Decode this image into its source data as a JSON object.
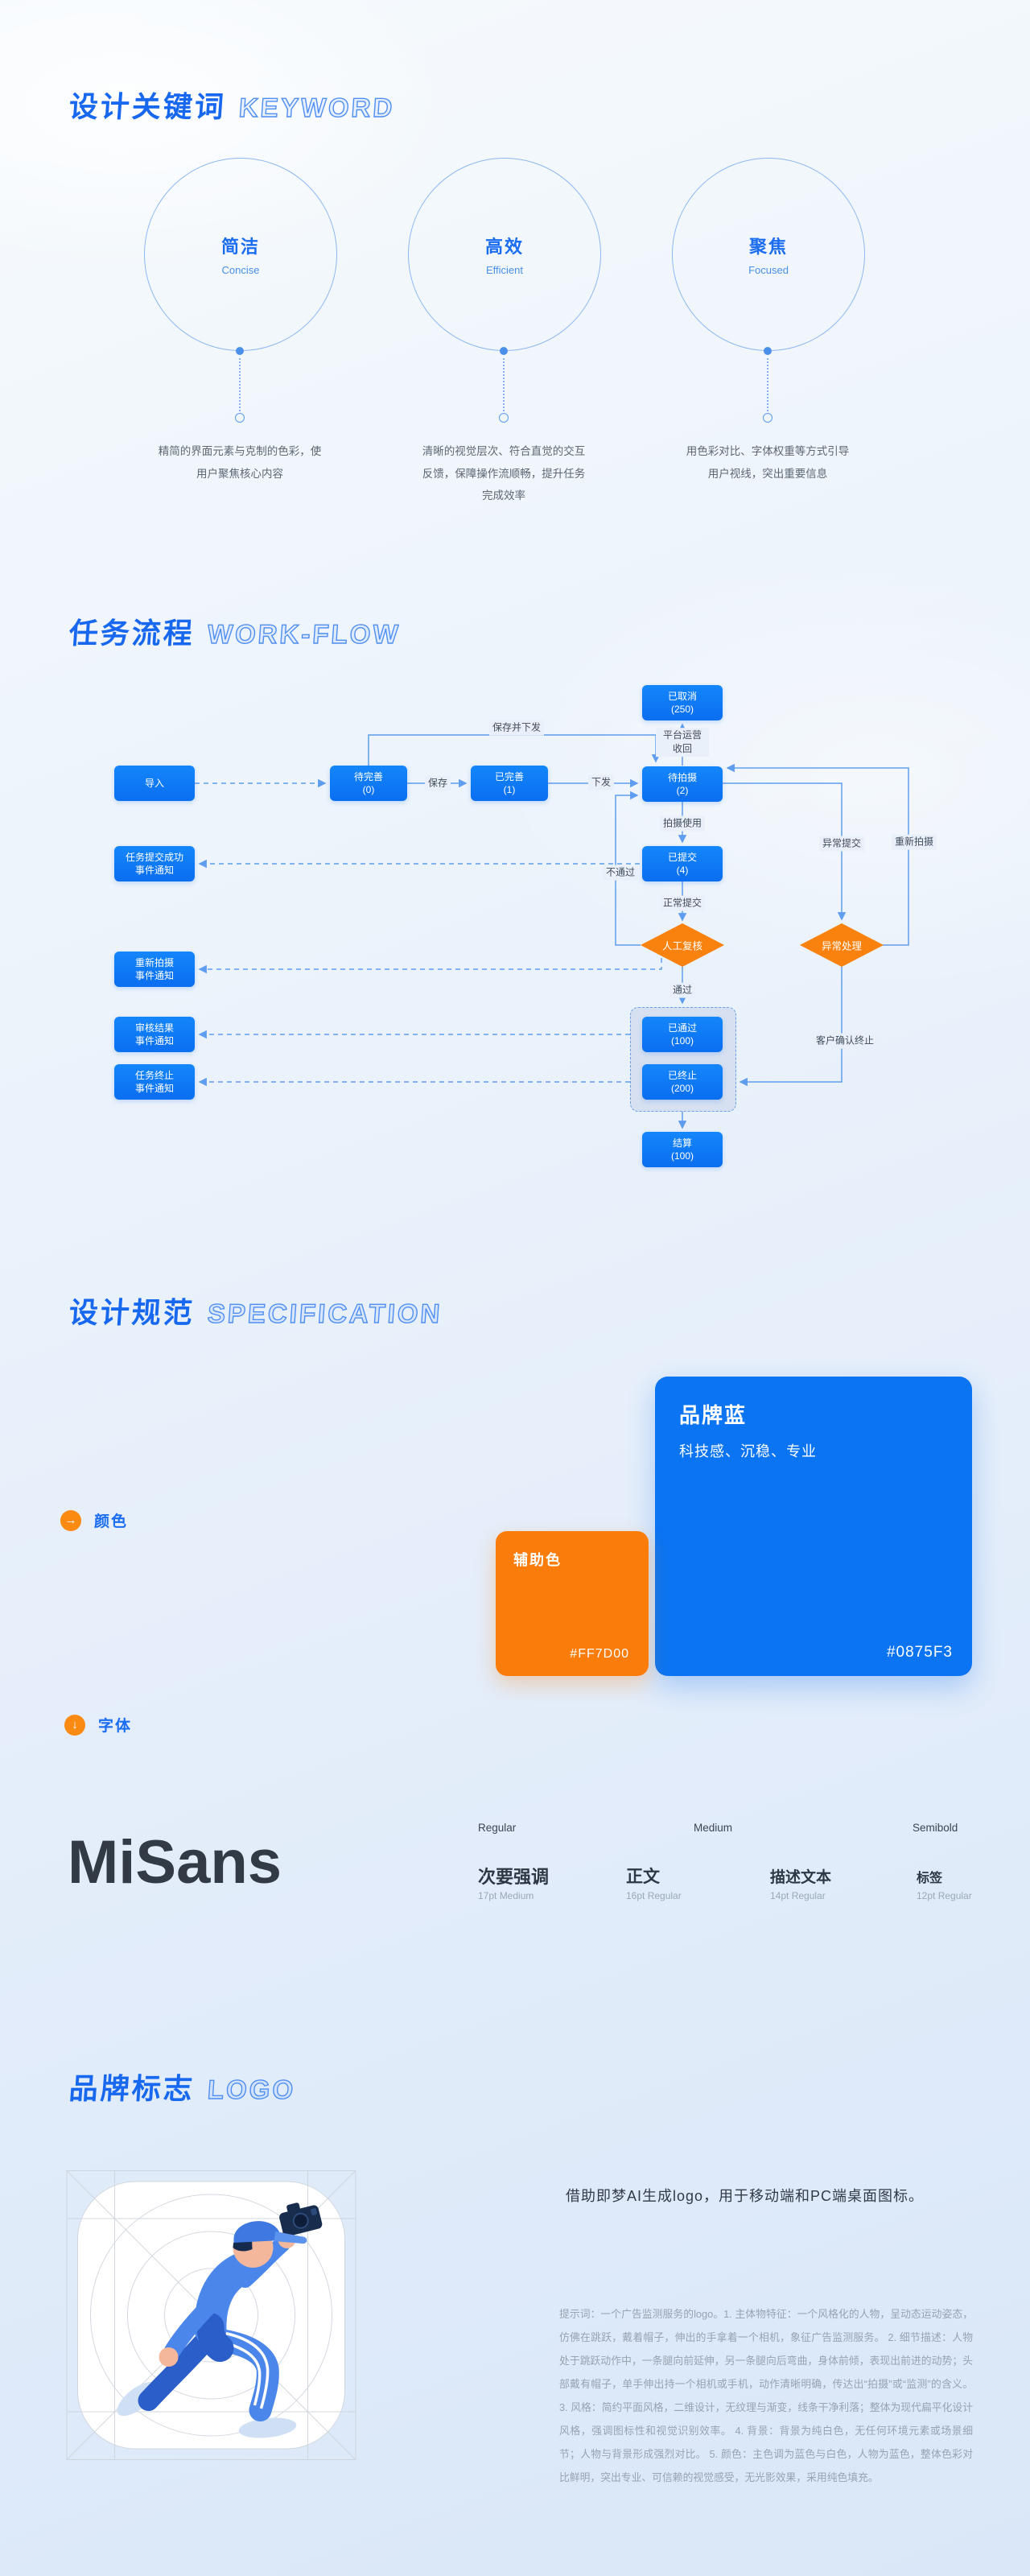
{
  "brand": {
    "blue": "#0875F3",
    "orange": "#FF7D00"
  },
  "sections": {
    "keyword": {
      "title_zh": "设计关键词",
      "title_en": "KEYWORD",
      "items": [
        {
          "title": "简洁",
          "en": "Concise",
          "desc": "精简的界面元素与克制的色彩，使用户聚焦核心内容"
        },
        {
          "title": "高效",
          "en": "Efficient",
          "desc": "清晰的视觉层次、符合直觉的交互反馈，保障操作流顺畅，提升任务完成效率"
        },
        {
          "title": "聚焦",
          "en": "Focused",
          "desc": "用色彩对比、字体权重等方式引导用户视线，突出重要信息"
        }
      ]
    },
    "workflow": {
      "title_zh": "任务流程",
      "title_en": "WORK-FLOW",
      "nodes": [
        {
          "id": "import",
          "label": "导入"
        },
        {
          "id": "incomplete",
          "label": "待完善",
          "sub": "(0)"
        },
        {
          "id": "complete",
          "label": "已完善",
          "sub": "(1)"
        },
        {
          "id": "cancel",
          "label": "已取消",
          "sub": "(250)"
        },
        {
          "id": "shoot",
          "label": "待拍摄",
          "sub": "(2)"
        },
        {
          "id": "submitted",
          "label": "已提交",
          "sub": "(4)"
        },
        {
          "id": "evt_submit",
          "label": "任务提交成功",
          "sub": "事件通知"
        },
        {
          "id": "evt_reshoot",
          "label": "重新拍摄",
          "sub": "事件通知"
        },
        {
          "id": "evt_review",
          "label": "审核结果",
          "sub": "事件通知"
        },
        {
          "id": "evt_term",
          "label": "任务终止",
          "sub": "事件通知"
        },
        {
          "id": "passed",
          "label": "已通过",
          "sub": "(100)"
        },
        {
          "id": "terminated",
          "label": "已终止",
          "sub": "(200)"
        },
        {
          "id": "settle",
          "label": "结算",
          "sub": "(100)"
        },
        {
          "id": "review",
          "label": "人工复核"
        },
        {
          "id": "exception",
          "label": "异常处理"
        }
      ],
      "labels": {
        "save_dispatch": "保存并下发",
        "save": "保存",
        "dispatch": "下发",
        "recall": "平台运营收回",
        "shoot_use": "拍摄使用",
        "fail": "不通过",
        "normal_submit": "正常提交",
        "pass": "通过",
        "abnormal_submit": "异常提交",
        "reshoot": "重新拍摄",
        "client_term": "客户确认终止"
      }
    },
    "spec": {
      "title_zh": "设计规范",
      "title_en": "SPECIFICATION",
      "color_label": "颜色",
      "font_label": "字体",
      "cards": [
        {
          "name": "品牌蓝",
          "desc": "科技感、沉稳、专业",
          "hex": "#0875F3"
        },
        {
          "name": "辅助色",
          "hex": "#FF7D00"
        }
      ],
      "font_family": "MiSans",
      "weights": [
        "Regular",
        "Medium",
        "Semibold"
      ],
      "samples": [
        {
          "name": "次要强调",
          "spec": "17pt Medium"
        },
        {
          "name": "正文",
          "spec": "16pt Regular"
        },
        {
          "name": "描述文本",
          "spec": "14pt Regular"
        },
        {
          "name": "标签",
          "spec": "12pt Regular"
        }
      ]
    },
    "logo": {
      "title_zh": "品牌标志",
      "title_en": "LOGO",
      "lead": "借助即梦AI生成logo，用于移动端和PC端桌面图标。",
      "prompt": "提示词：一个广告监测服务的logo。1. 主体物特征：一个风格化的人物，呈动态运动姿态，仿佛在跳跃，戴着帽子，伸出的手拿着一个相机，象征广告监测服务。 2. 细节描述：人物处于跳跃动作中，一条腿向前延伸，另一条腿向后弯曲，身体前倾，表现出前进的动势；头部戴有帽子，单手伸出持一个相机或手机，动作清晰明确，传达出“拍摄”或“监测”的含义。 3. 风格：简约平面风格，二维设计，无纹理与渐变，线条干净利落；整体为现代扁平化设计风格，强调图标性和视觉识别效率。 4. 背景：背景为纯白色，无任何环境元素或场景细节；人物与背景形成强烈对比。 5. 颜色：主色调为蓝色与白色，人物为蓝色，整体色彩对比鲜明，突出专业、可信赖的视觉感受，无光影效果，采用纯色填充。"
    }
  }
}
